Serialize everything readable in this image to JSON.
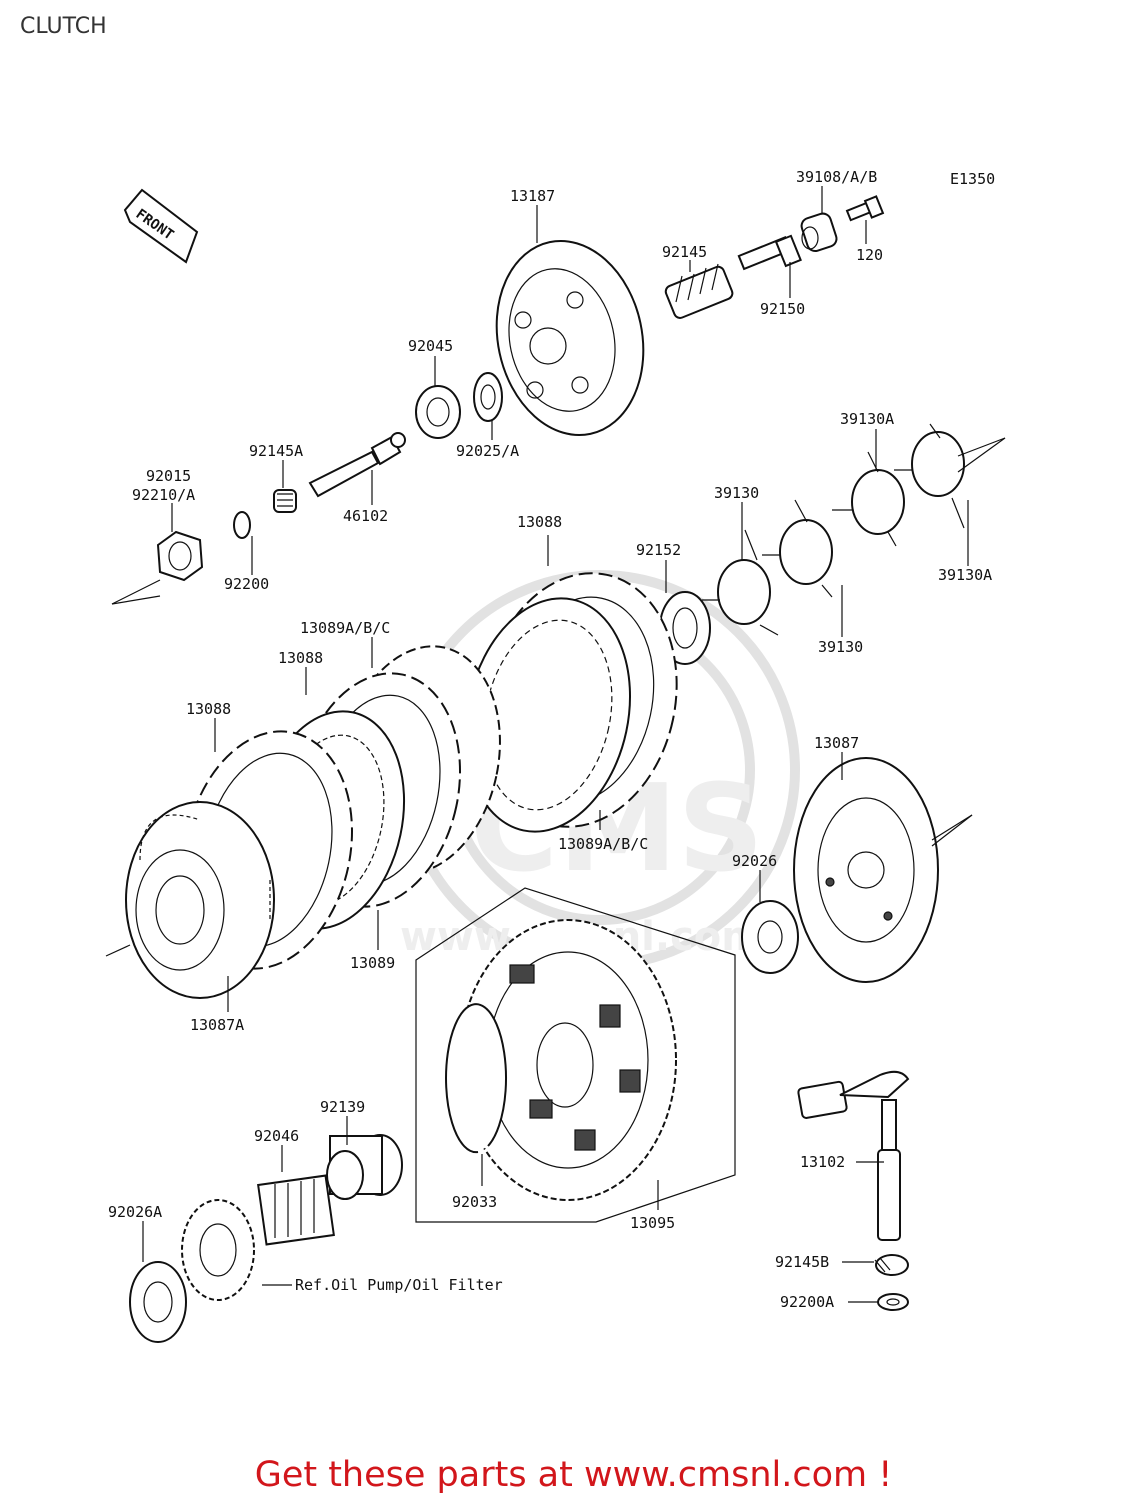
{
  "page": {
    "title": "CLUTCH"
  },
  "diagram": {
    "code": "E1350",
    "front_label": "FRONT",
    "callouts": {
      "p13187": "13187",
      "p39108": "39108/A/B",
      "p120": "120",
      "p92145": "92145",
      "p92150": "92150",
      "p92045": "92045",
      "p92025": "92025/A",
      "p92015": "92015",
      "p92210": "92210/A",
      "p92145a": "92145A",
      "p46102": "46102",
      "p92200": "92200",
      "p39130a_top": "39130A",
      "p39130_top": "39130",
      "p39130a_right": "39130A",
      "p39130_bottom": "39130",
      "p13088_top": "13088",
      "p92152": "92152",
      "p13089abc_top": "13089A/B/C",
      "p13088_mid": "13088",
      "p13088_left": "13088",
      "p13087": "13087",
      "p13089abc_bottom": "13089A/B/C",
      "p92026": "92026",
      "p13089": "13089",
      "p13087a": "13087A",
      "p92139": "92139",
      "p92046": "92046",
      "p92026a": "92026A",
      "p92033": "92033",
      "p13095": "13095",
      "p13102": "13102",
      "p92145b": "92145B",
      "p92200a": "92200A",
      "ref_oil": "Ref.Oil Pump/Oil Filter"
    },
    "watermark": {
      "brand": "CMS",
      "site": "www.cmsnl.com"
    }
  },
  "footer": {
    "link_text": "Get these parts at www.cmsnl.com !",
    "link_color": "#d2161b"
  }
}
